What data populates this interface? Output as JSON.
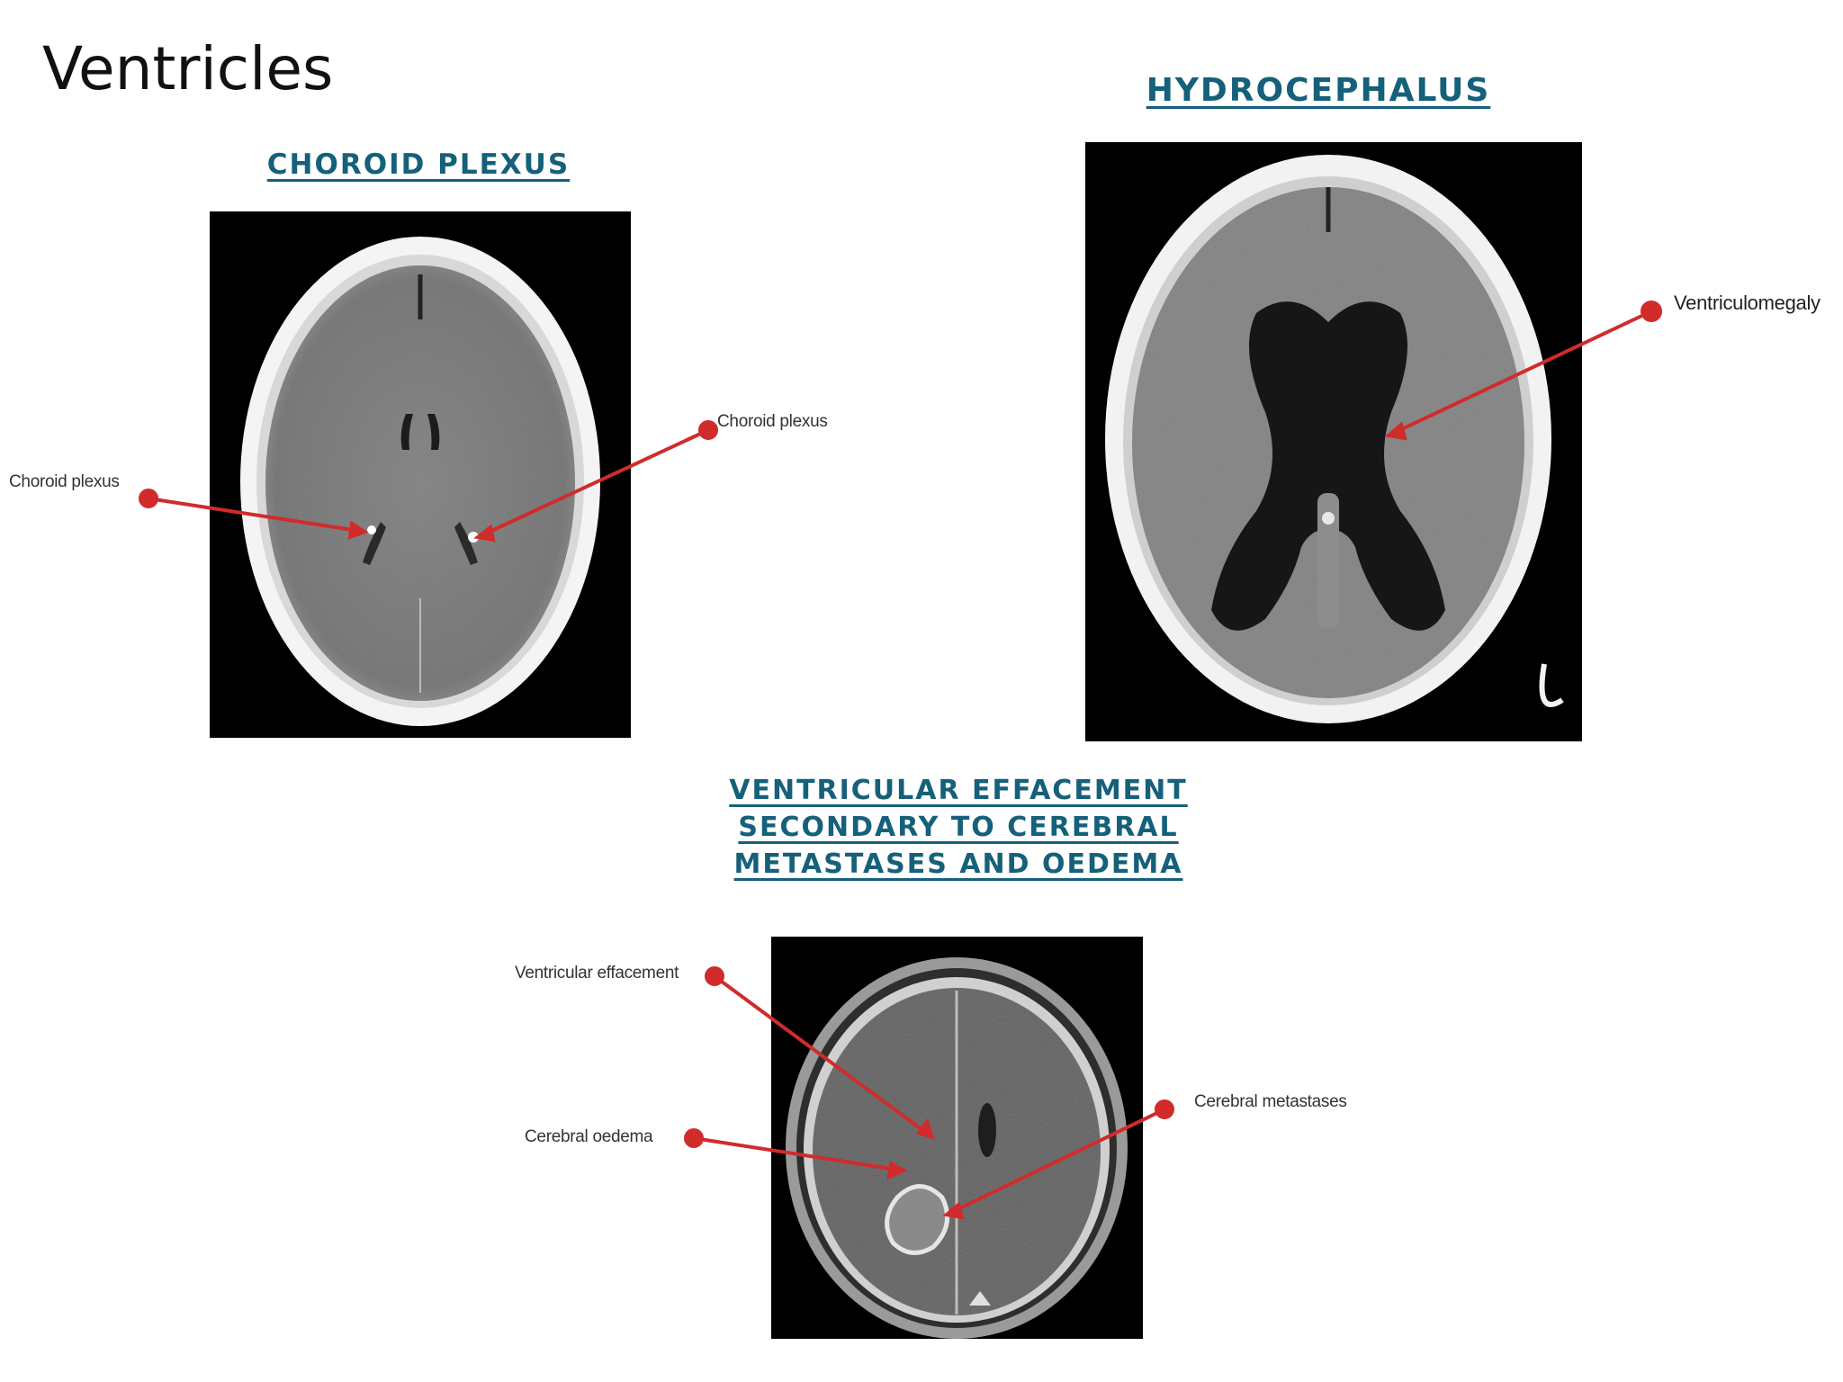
{
  "slide": {
    "title": "Ventricles"
  },
  "sections": {
    "choroid_plexus": {
      "heading": "CHOROID PLEXUS",
      "labels": {
        "left": "Choroid plexus",
        "right": "Choroid plexus"
      }
    },
    "hydrocephalus": {
      "heading": "HYDROCEPHALUS",
      "labels": {
        "ventriculomegaly": "Ventriculomegaly"
      }
    },
    "ventricular_effacement": {
      "heading_lines": [
        "VENTRICULAR EFFACEMENT",
        "SECONDARY TO CEREBRAL",
        "METASTASES AND OEDEMA"
      ],
      "labels": {
        "ventricular_effacement": "Ventricular effacement",
        "cerebral_oedema": "Cerebral oedema",
        "cerebral_metastases": "Cerebral metastases"
      }
    }
  },
  "colors": {
    "heading": "#15607a",
    "callout_line": "#d12b2b",
    "title": "#111111"
  }
}
